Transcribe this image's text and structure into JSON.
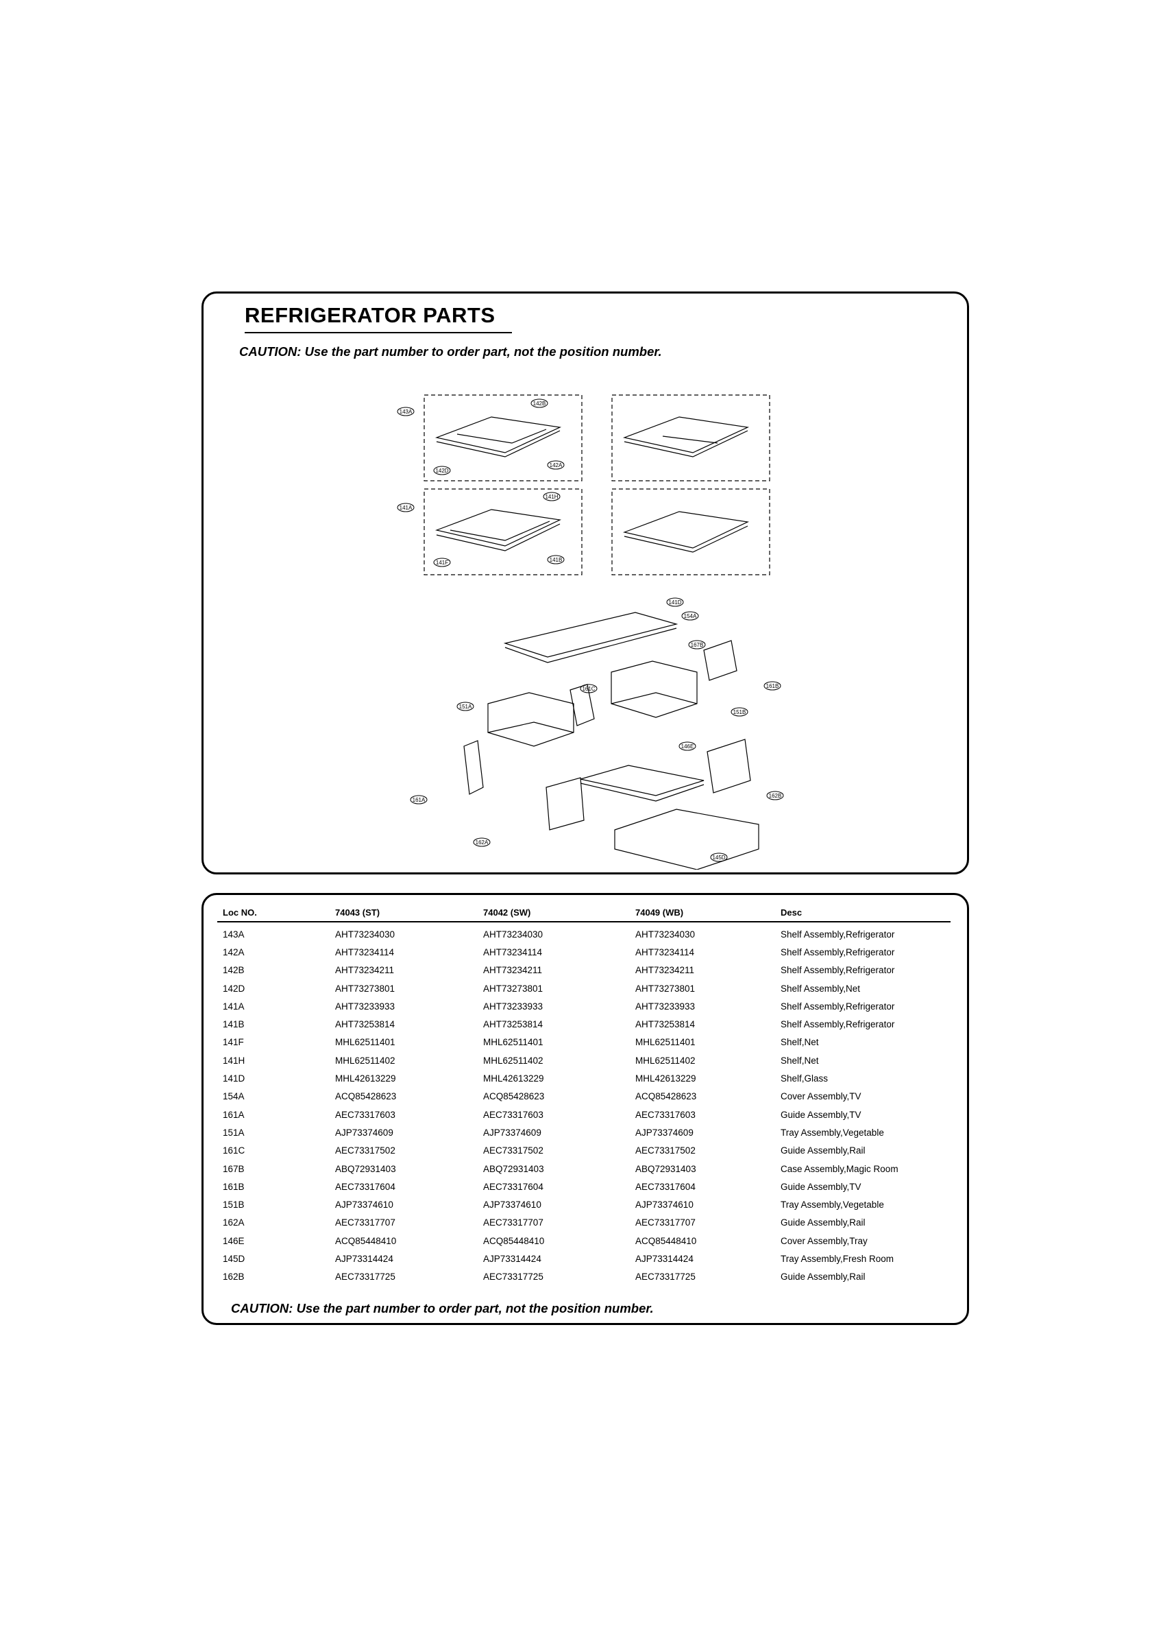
{
  "header": {
    "title": "REFRIGERATOR PARTS",
    "caution": "CAUTION: Use the part number to order part, not the position number."
  },
  "diagram": {
    "callouts": [
      "143A",
      "142B",
      "142D",
      "142A",
      "141A",
      "141H",
      "141F",
      "141B",
      "141D",
      "154A",
      "167B",
      "161B",
      "161C",
      "151B",
      "151A",
      "146E",
      "161A",
      "162B",
      "162A",
      "145D"
    ]
  },
  "table": {
    "headers": [
      "Loc NO.",
      "74043 (ST)",
      "74042 (SW)",
      "74049 (WB)",
      "Desc"
    ],
    "rows": [
      [
        "143A",
        "AHT73234030",
        "AHT73234030",
        "AHT73234030",
        "Shelf Assembly,Refrigerator"
      ],
      [
        "142A",
        "AHT73234114",
        "AHT73234114",
        "AHT73234114",
        "Shelf Assembly,Refrigerator"
      ],
      [
        "142B",
        "AHT73234211",
        "AHT73234211",
        "AHT73234211",
        "Shelf Assembly,Refrigerator"
      ],
      [
        "142D",
        "AHT73273801",
        "AHT73273801",
        "AHT73273801",
        "Shelf Assembly,Net"
      ],
      [
        "141A",
        "AHT73233933",
        "AHT73233933",
        "AHT73233933",
        "Shelf Assembly,Refrigerator"
      ],
      [
        "141B",
        "AHT73253814",
        "AHT73253814",
        "AHT73253814",
        "Shelf Assembly,Refrigerator"
      ],
      [
        "141F",
        "MHL62511401",
        "MHL62511401",
        "MHL62511401",
        "Shelf,Net"
      ],
      [
        "141H",
        "MHL62511402",
        "MHL62511402",
        "MHL62511402",
        "Shelf,Net"
      ],
      [
        "141D",
        "MHL42613229",
        "MHL42613229",
        "MHL42613229",
        "Shelf,Glass"
      ],
      [
        "154A",
        "ACQ85428623",
        "ACQ85428623",
        "ACQ85428623",
        "Cover Assembly,TV"
      ],
      [
        "161A",
        "AEC73317603",
        "AEC73317603",
        "AEC73317603",
        "Guide Assembly,TV"
      ],
      [
        "151A",
        "AJP73374609",
        "AJP73374609",
        "AJP73374609",
        "Tray Assembly,Vegetable"
      ],
      [
        "161C",
        "AEC73317502",
        "AEC73317502",
        "AEC73317502",
        "Guide Assembly,Rail"
      ],
      [
        "167B",
        "ABQ72931403",
        "ABQ72931403",
        "ABQ72931403",
        "Case Assembly,Magic Room"
      ],
      [
        "161B",
        "AEC73317604",
        "AEC73317604",
        "AEC73317604",
        "Guide Assembly,TV"
      ],
      [
        "151B",
        "AJP73374610",
        "AJP73374610",
        "AJP73374610",
        "Tray Assembly,Vegetable"
      ],
      [
        "162A",
        "AEC73317707",
        "AEC73317707",
        "AEC73317707",
        "Guide Assembly,Rail"
      ],
      [
        "146E",
        "ACQ85448410",
        "ACQ85448410",
        "ACQ85448410",
        "Cover Assembly,Tray"
      ],
      [
        "145D",
        "AJP73314424",
        "AJP73314424",
        "AJP73314424",
        "Tray Assembly,Fresh Room"
      ],
      [
        "162B",
        "AEC73317725",
        "AEC73317725",
        "AEC73317725",
        "Guide Assembly,Rail"
      ]
    ],
    "caution": "CAUTION: Use the part number to order part, not the position number."
  }
}
